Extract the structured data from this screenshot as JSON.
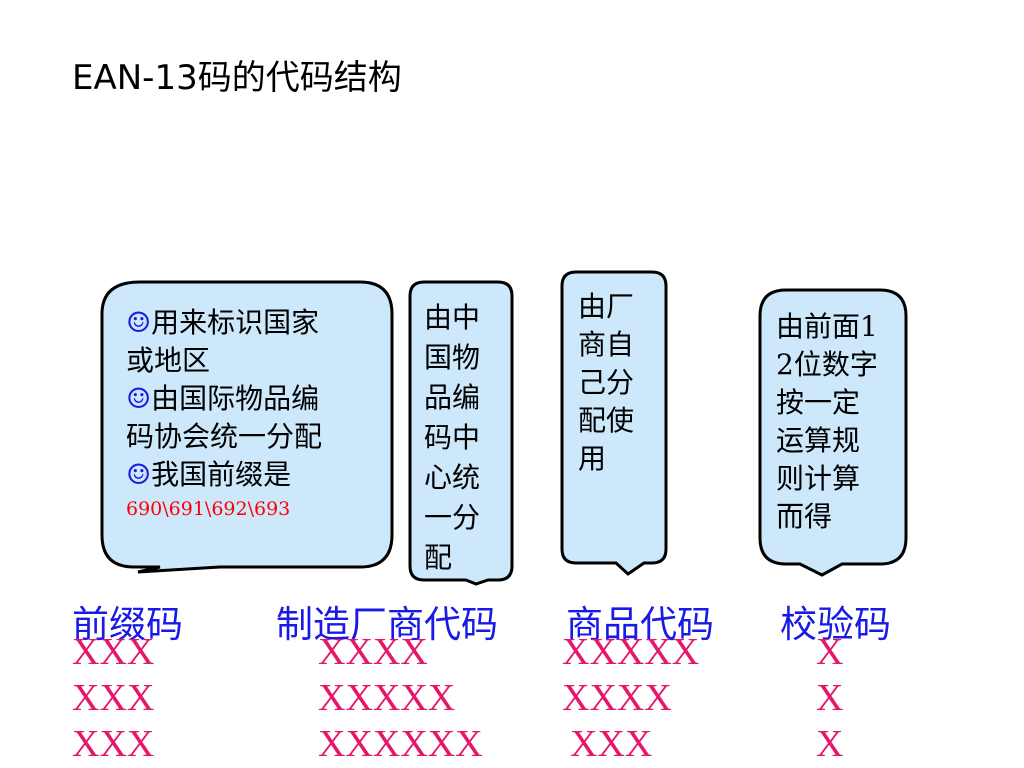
{
  "title": "EAN-13码的代码结构",
  "bubbles": {
    "prefix": {
      "smiley": "☺",
      "lines": [
        "用来标识国家",
        "或地区",
        "由国际物品编",
        "码协会统一分配",
        "我国前缀是"
      ],
      "codes": "690\\691\\692\\693"
    },
    "manufacturer": "由中国物品编码中心统一分配",
    "product": "由厂商自己分配使用",
    "checksum": "由前面12位数字按一定运算规则计算而得"
  },
  "columns": {
    "prefix": {
      "label": "前缀码",
      "rows": [
        "XXX",
        "XXX",
        "XXX"
      ]
    },
    "manufacturer": {
      "label": "制造厂商代码",
      "rows": [
        "XXXX",
        "XXXXX",
        "XXXXXX"
      ]
    },
    "product": {
      "label": "商品代码",
      "rows": [
        "XXXXX",
        "XXXX",
        "XXX"
      ]
    },
    "checksum": {
      "label": "校验码",
      "rows": [
        "X",
        "X",
        "X"
      ]
    }
  },
  "colors": {
    "bubble_fill": "#cce8fa",
    "label_blue": "#1a1ae6",
    "code_pink": "#e6166b",
    "prefix_red": "#ff0000"
  }
}
